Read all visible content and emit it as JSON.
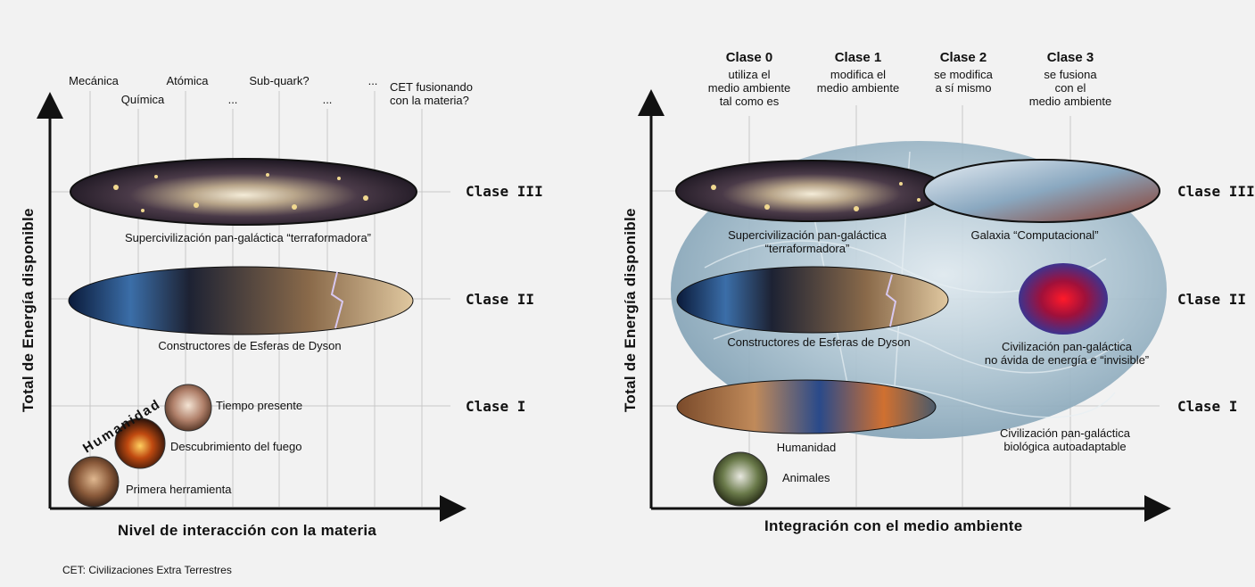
{
  "left": {
    "x_axis_label": "Nivel de interacción con la materia",
    "y_axis_label": "Total de Energía disponible",
    "columns": [
      "Mecánica",
      "Química",
      "Atómica",
      "...",
      "Sub-quark?",
      "...",
      "...",
      "CET fusionando\ncon la materia?"
    ],
    "classes": [
      "Clase III",
      "Clase II",
      "Clase I"
    ],
    "ellipse_labels": {
      "top": "Supercivilización pan-galáctica “terraformadora”",
      "middle": "Constructores de Esferas de Dyson"
    },
    "humanity_curve_label": "Humanidad",
    "milestones": [
      "Tiempo presente",
      "Descubrimiento del fuego",
      "Primera herramienta"
    ],
    "footnote": "CET: Civilizaciones Extra Terrestres"
  },
  "right": {
    "x_axis_label": "Integración con el medio ambiente",
    "y_axis_label": "Total de Energía disponible",
    "columns": [
      {
        "title": "Clase 0",
        "desc": "utiliza el\nmedio ambiente\ntal como es"
      },
      {
        "title": "Clase 1",
        "desc": "modifica el\nmedio ambiente"
      },
      {
        "title": "Clase 2",
        "desc": "se modifica\na sí mismo"
      },
      {
        "title": "Clase 3",
        "desc": "se fusiona\ncon el\nmedio ambiente"
      }
    ],
    "classes": [
      "Clase III",
      "Clase II",
      "Clase I"
    ],
    "labels": {
      "super": "Supercivilización pan-galáctica\n“terraformadora”",
      "computational": "Galaxia “Computacional”",
      "dyson": "Constructores de Esferas de Dyson",
      "invisible": "Civilización pan-galáctica\nno ávida de energía e “invisible”",
      "humanity": "Humanidad",
      "biological": "Civilización pan-galáctica\nbiológica autoadaptable",
      "animals": "Animales"
    }
  },
  "colors": {
    "background": "#f2f2f2",
    "axis": "#111111",
    "grid": "#c8c8c8",
    "cosmic_dark": "#1a1424",
    "cosmic_glow": "#d9c9a8",
    "glass_blue": "#9fb8c8",
    "invisible_red": "#d0102a"
  }
}
